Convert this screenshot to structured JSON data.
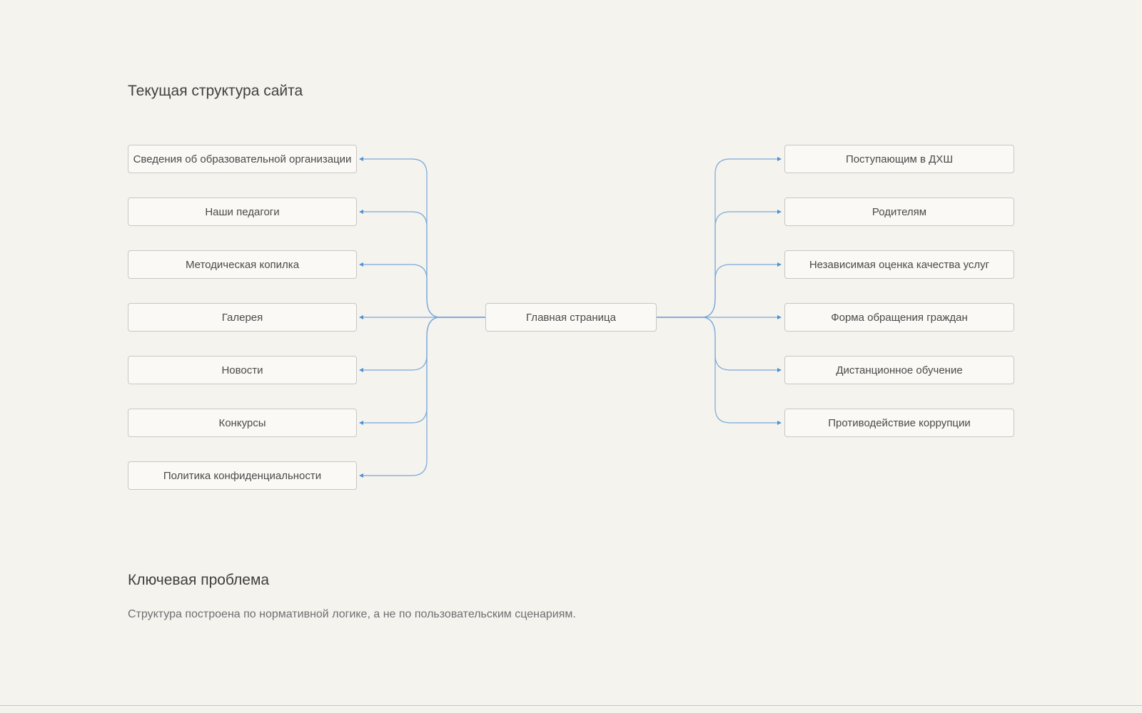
{
  "page": {
    "title": "Текущая структура сайта",
    "problem_heading": "Ключевая проблема",
    "problem_text": "Структура построена по нормативной логике, а не по пользовательским сценариям."
  },
  "diagram": {
    "root": {
      "label": "Главная страница"
    },
    "left_nodes": [
      {
        "label": "Сведения об образовательной организации"
      },
      {
        "label": "Наши педагоги"
      },
      {
        "label": "Методическая копилка"
      },
      {
        "label": "Галерея"
      },
      {
        "label": "Новости"
      },
      {
        "label": "Конкурсы"
      },
      {
        "label": "Политика конфиденциальности"
      }
    ],
    "right_nodes": [
      {
        "label": "Поступающим в ДХШ"
      },
      {
        "label": "Родителям"
      },
      {
        "label": "Независимая оценка качества услуг"
      },
      {
        "label": "Форма обращения граждан"
      },
      {
        "label": "Дистанционное обучение"
      },
      {
        "label": "Противодействие коррупции"
      }
    ]
  },
  "colors": {
    "background": "#f4f3ee",
    "node_fill": "#faf9f5",
    "node_border": "#c8c7c4",
    "connector": "#7aa9da",
    "arrow": "#4f93d2",
    "divider": "#bcc9dd",
    "title_text": "#3f3f3f",
    "node_text": "#4a4a4a",
    "body_text": "#6f6f6f"
  }
}
